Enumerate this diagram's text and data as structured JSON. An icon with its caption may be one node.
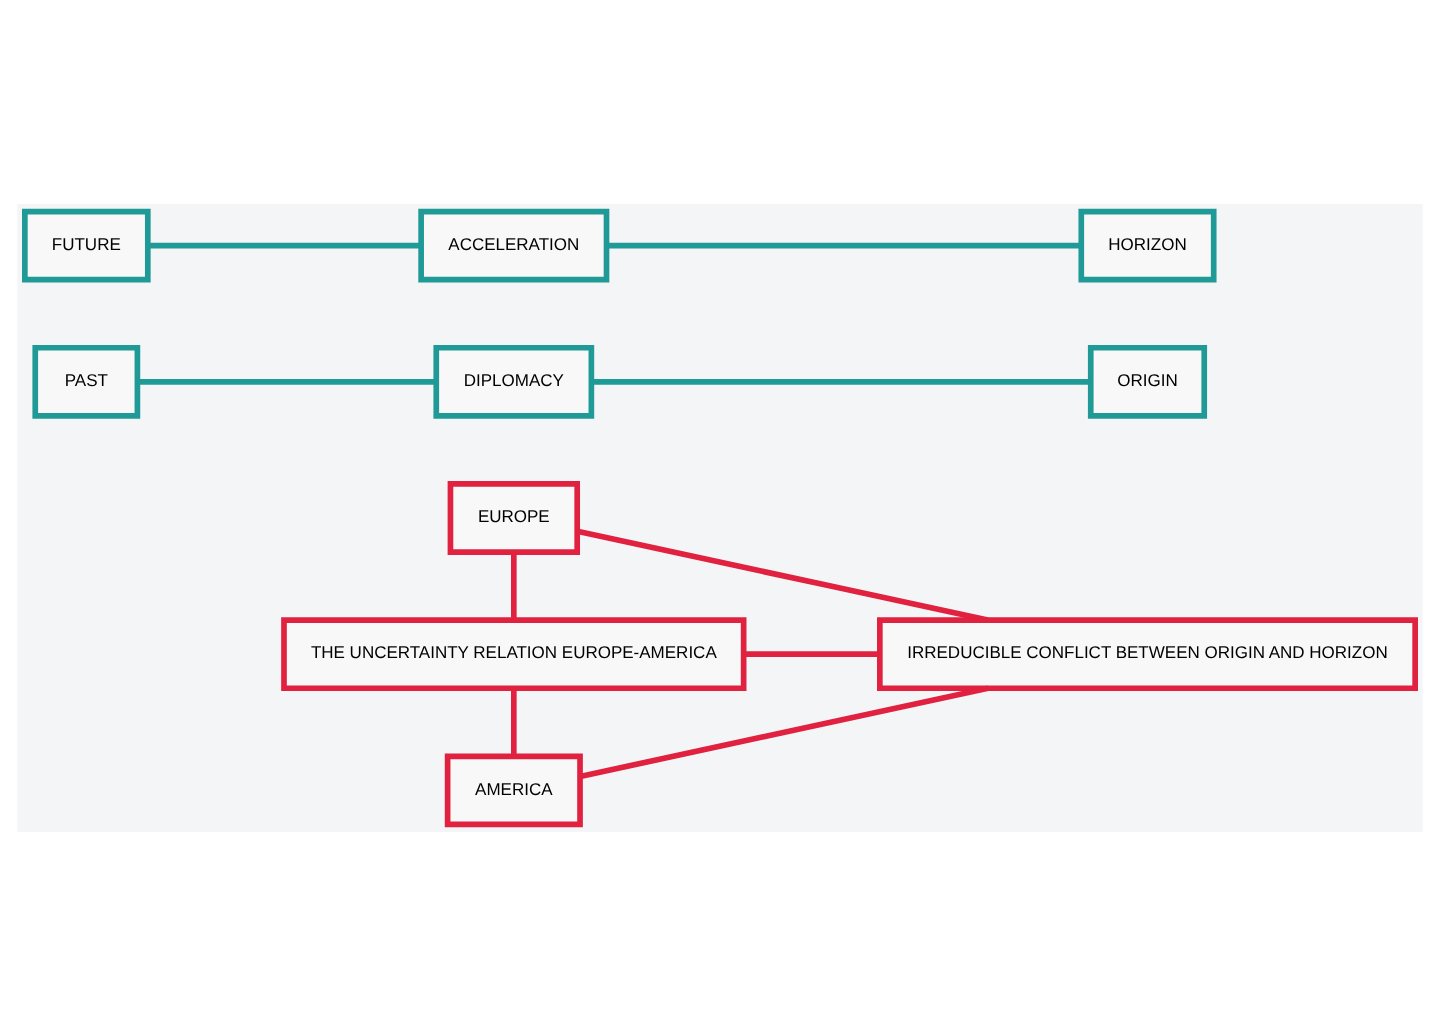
{
  "diagram": {
    "nodes": [
      {
        "text": [
          "EUROPE"
        ]
      },
      {
        "text": [
          "DIPLOMACY"
        ]
      },
      {
        "text": [
          "ORIGIN"
        ]
      },
      {
        "text": [
          "PAST"
        ]
      },
      {
        "text": [
          "THE UNCERTAINTY RELATION EUROPE-AMERICA"
        ]
      },
      {
        "text": [
          "IRREDUCIBLE CONFLICT BETWEEN ORIGIN AND HORIZON"
        ]
      },
      {
        "text": [
          "FUTURE"
        ]
      },
      {
        "text": [
          "AMERICA"
        ]
      },
      {
        "text": [
          "ACCELERATION"
        ]
      },
      {
        "text": [
          "HORIZON"
        ]
      }
    ],
    "edges": [
      {
        "from": 3,
        "to": 1,
        "arrow": "none",
        "color": "#1f9a96"
      },
      {
        "from": 1,
        "to": 2,
        "arrow": "none",
        "color": "#1f9a96"
      },
      {
        "from": 0,
        "to": 4,
        "arrow": "none"
      },
      {
        "from": 4,
        "to": 7,
        "arrow": "none"
      },
      {
        "from": 0,
        "to": 5,
        "arrow": "none"
      },
      {
        "from": 4,
        "to": 5,
        "arrow": "none"
      },
      {
        "from": 7,
        "to": 5,
        "arrow": "none"
      },
      {
        "from": 6,
        "to": 8,
        "arrow": "none",
        "color": "#1f9a96"
      },
      {
        "from": 8,
        "to": 9,
        "arrow": "none",
        "color": "#1f9a96"
      }
    ]
  }
}
